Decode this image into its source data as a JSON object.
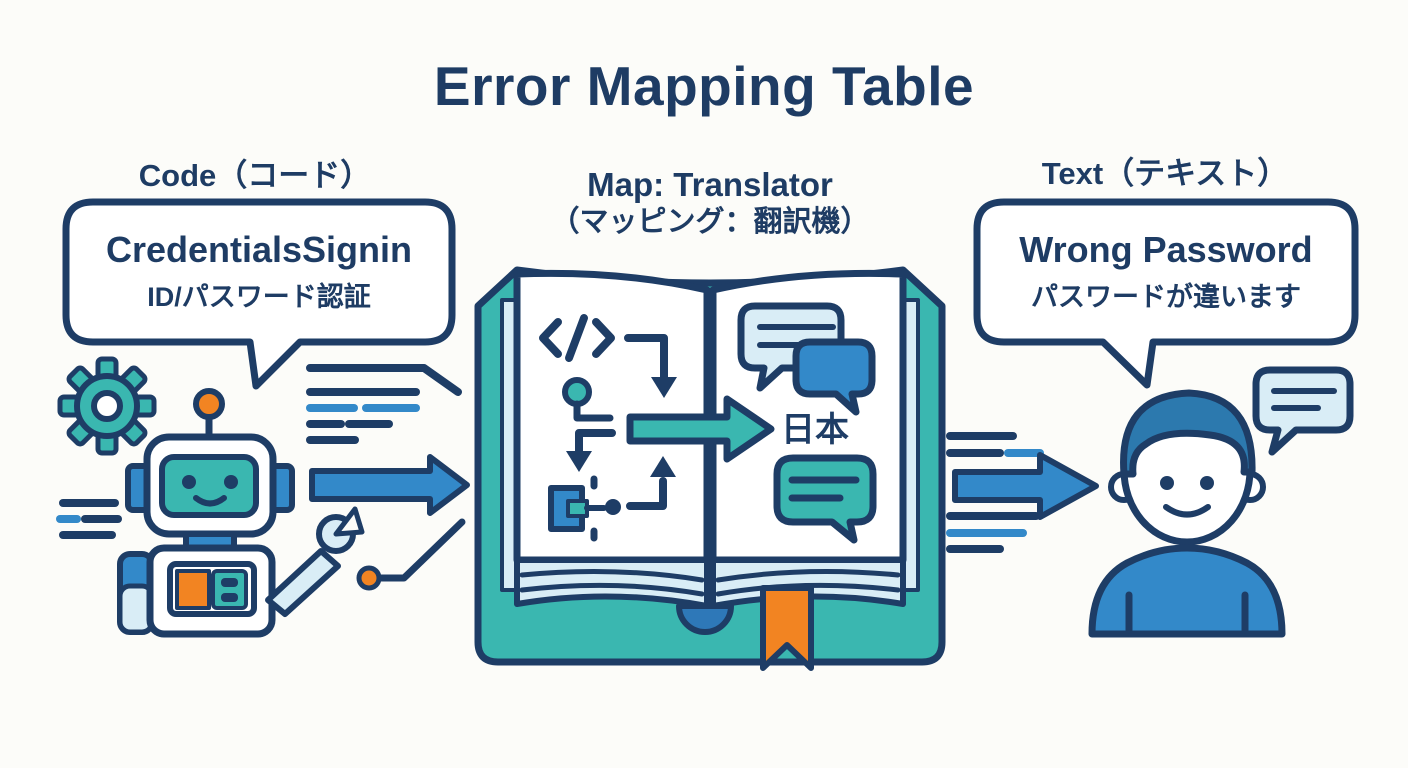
{
  "title": "Error Mapping Table",
  "sections": {
    "code": {
      "heading": "Code（コード）",
      "bubble_en": "CredentialsSignin",
      "bubble_ja": "ID/パスワード認証"
    },
    "translator": {
      "heading_en": "Map: Translator",
      "heading_ja": "（マッピング：翻訳機）",
      "book_word": "日本"
    },
    "text": {
      "heading": "Text（テキスト）",
      "bubble_en": "Wrong Password",
      "bubble_ja": "パスワードが違います"
    }
  },
  "icons": {
    "gear": "gear-icon",
    "robot": "robot-icon",
    "speech_bubble": "speech-bubble-icon",
    "arrow_right": "arrow-right-icon",
    "open_book": "open-book-icon",
    "code": "code-icon",
    "flowchart": "flowchart-icon",
    "bookmark": "bookmark-icon",
    "person": "person-icon"
  },
  "colors": {
    "navy": "#1e3d66",
    "title_navy": "#1e3c64",
    "teal": "#3ab7b0",
    "blue": "#3389c9",
    "light_blue": "#d9edf6",
    "orange": "#f28422",
    "hair_blue": "#2c79ae",
    "spine_blue": "#2e78b8",
    "background": "#fcfcf9"
  }
}
